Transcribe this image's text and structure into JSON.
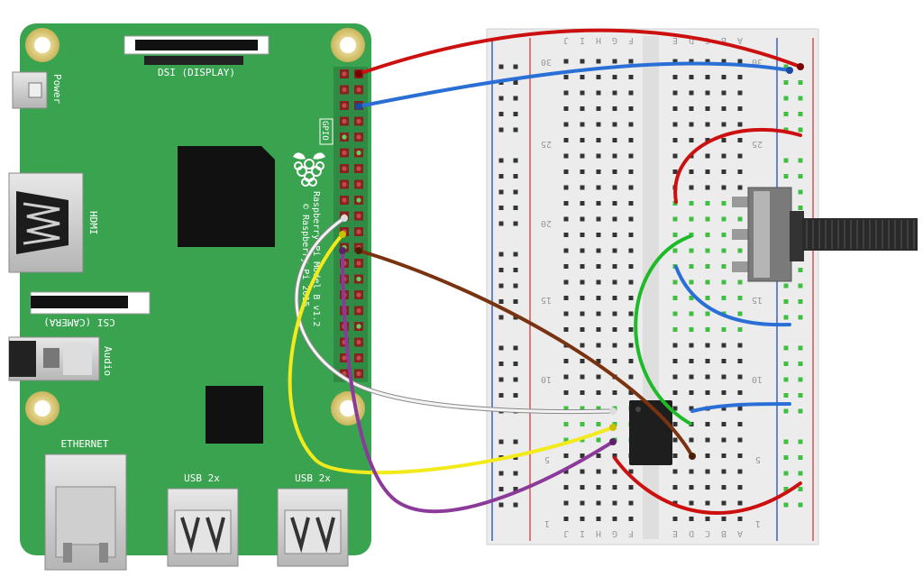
{
  "colors": {
    "pcb": "#3aa350",
    "pcb_dark": "#2f8a43",
    "breadboard": "#ececec",
    "rail_red": "#d9534f",
    "rail_blue": "#3c5fc4",
    "wire_red": "#cc1010",
    "wire_blue": "#2a6fd6",
    "wire_brown": "#7a3310",
    "wire_white": "#f4f4f4",
    "wire_yellow": "#f2ea1a",
    "wire_purple": "#8b3a9a",
    "wire_green": "#1fba2a",
    "chip": "#1e1e1e"
  },
  "pi": {
    "dsi_label": "DSI (DISPLAY)",
    "power_label": "Power",
    "hdmi_label": "HDMI",
    "gpio_label": "GPIO",
    "csi_label": "CSI (CAMERA)",
    "audio_label": "Audio",
    "ethernet_label": "ETHERNET",
    "usb1_label": "USB 2x",
    "usb2_label": "USB 2x",
    "model_line1": "Raspberry Pi Model B v1.2",
    "model_line2": "© Raspberry Pi 2015",
    "logo_icon": "raspberry-icon"
  },
  "breadboard": {
    "col_letters_left": [
      "J",
      "I",
      "H",
      "G",
      "F"
    ],
    "col_letters_right": [
      "E",
      "D",
      "C",
      "B",
      "A"
    ],
    "row_numbers_left": [
      "30",
      "25",
      "20",
      "15",
      "10",
      "5",
      "1"
    ],
    "row_numbers_right": [
      "30",
      "25",
      "20",
      "15",
      "10",
      "5",
      "1"
    ]
  },
  "components": {
    "chip_icon": "ic-chip-icon",
    "pot_icon": "potentiometer-icon"
  }
}
